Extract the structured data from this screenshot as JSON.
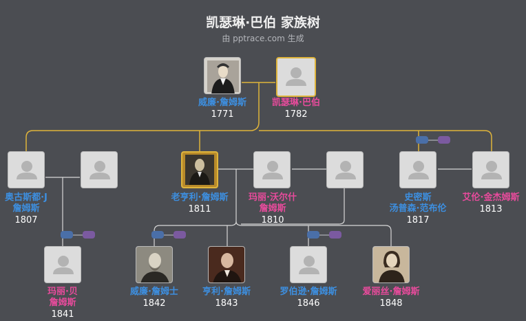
{
  "title": "凯瑟琳·巴伯 家族树",
  "subtitle": "由 pptrace.com 生成",
  "colors": {
    "male": "#3d8fe0",
    "female": "#e84b9c",
    "line_main": "#e0b53b",
    "line_child": "#d8d8d8"
  },
  "people": {
    "william": {
      "name": "威廉·詹姆斯",
      "year": "1771",
      "gender": "m",
      "photo": "portrait-man-seated"
    },
    "catherine": {
      "name": "凯瑟琳·巴伯",
      "year": "1782",
      "gender": "f",
      "photo": "placeholder-avatar"
    },
    "augustus": {
      "name1": "奥古斯都·J",
      "name2": "詹姆斯",
      "year": "1807",
      "gender": "m",
      "photo": "placeholder-avatar"
    },
    "augustus_spouse": {
      "photo": "placeholder-avatar"
    },
    "henry_sr": {
      "name": "老亨利·詹姆斯",
      "year": "1811",
      "gender": "m",
      "photo": "portrait-man-daguerreotype"
    },
    "mary_walsh": {
      "name1": "玛丽·沃尔什",
      "name2": "詹姆斯",
      "year": "1810",
      "gender": "f",
      "photo": "placeholder-avatar"
    },
    "mary_walsh_sibling": {
      "photo": "placeholder-avatar"
    },
    "smith": {
      "name1": "史密斯",
      "name2": "汤普森·范布伦",
      "year": "1817",
      "gender": "m",
      "photo": "placeholder-avatar"
    },
    "ellen": {
      "name": "艾伦·金杰姆斯",
      "year": "1813",
      "gender": "f",
      "photo": "placeholder-avatar"
    },
    "mary_b": {
      "name1": "玛丽·贝",
      "name2": "詹姆斯",
      "year": "1841",
      "gender": "f",
      "photo": "placeholder-avatar"
    },
    "william_jr": {
      "name": "威廉·詹姆士",
      "year": "1842",
      "gender": "m",
      "photo": "portrait-bearded-man"
    },
    "henry": {
      "name": "亨利·詹姆斯",
      "year": "1843",
      "gender": "m",
      "photo": "portrait-man-bald"
    },
    "robertson": {
      "name": "罗伯逊·詹姆斯",
      "year": "1846",
      "gender": "m",
      "photo": "placeholder-avatar"
    },
    "alice": {
      "name": "爱丽丝·詹姆斯",
      "year": "1848",
      "gender": "f",
      "photo": "portrait-woman-sepia"
    }
  }
}
